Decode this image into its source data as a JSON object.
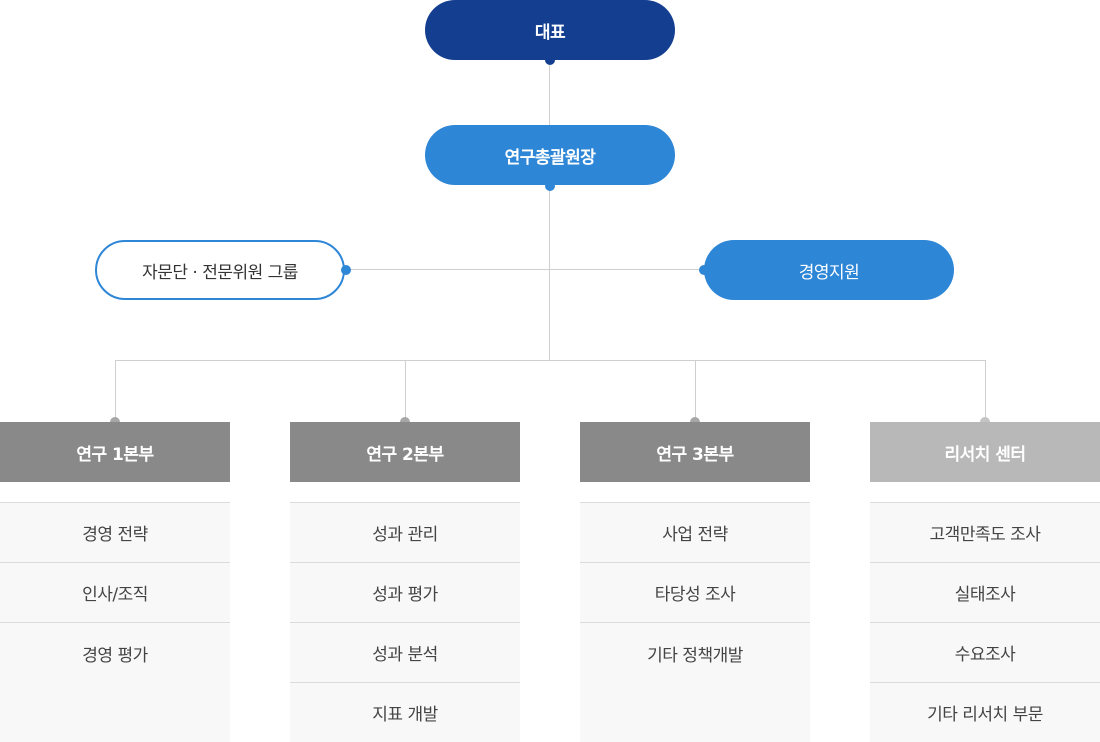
{
  "ceo": {
    "label": "대표"
  },
  "director": {
    "label": "연구총괄원장"
  },
  "advisory": {
    "label": "자문단 · 전문위원 그룹"
  },
  "management_support": {
    "label": "경영지원"
  },
  "departments": [
    {
      "title": "연구 1본부",
      "items": [
        "경영 전략",
        "인사/조직",
        "경영 평가"
      ]
    },
    {
      "title": "연구 2본부",
      "items": [
        "성과 관리",
        "성과 평가",
        "성과 분석",
        "지표 개발"
      ]
    },
    {
      "title": "연구 3본부",
      "items": [
        "사업 전략",
        "타당성 조사",
        "기타 정책개발"
      ]
    },
    {
      "title": "리서치 센터",
      "items": [
        "고객만족도 조사",
        "실태조사",
        "수요조사",
        "기타 리서치 부문"
      ]
    }
  ],
  "colors": {
    "ceo": "#143e8f",
    "primary_blue": "#2e86d6",
    "dept_dark": "#898989",
    "dept_light": "#b8b8b8",
    "connector": "#cfcfcf",
    "item_bg": "#f8f8f8"
  }
}
